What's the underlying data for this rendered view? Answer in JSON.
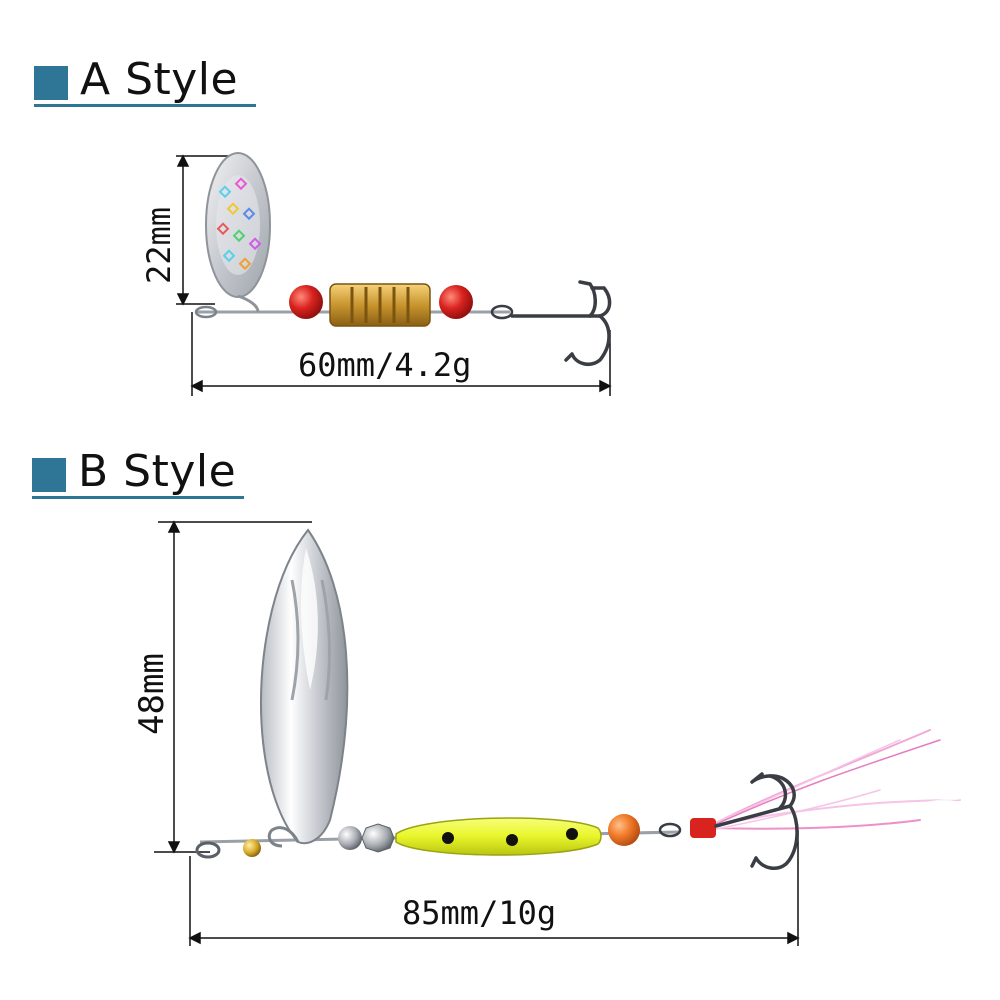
{
  "sections": [
    {
      "heading": "A Style",
      "height_label": "22mm",
      "length_weight_label": "60mm/4.2g"
    },
    {
      "heading": "B Style",
      "height_label": "48mm",
      "length_weight_label": "85mm/10g"
    }
  ],
  "colors": {
    "heading_accent": "#2e7596",
    "dimension_lines": "#111111",
    "bead_red": "#d9231f",
    "brass_body": "#c8952e",
    "yellow_body": "#e8f52a",
    "orange_bead": "#f07a2a",
    "feather": "#f0a8d8"
  },
  "icons": [
    "blade-icon",
    "treble-hook-icon",
    "bead-icon",
    "feather-icon"
  ]
}
